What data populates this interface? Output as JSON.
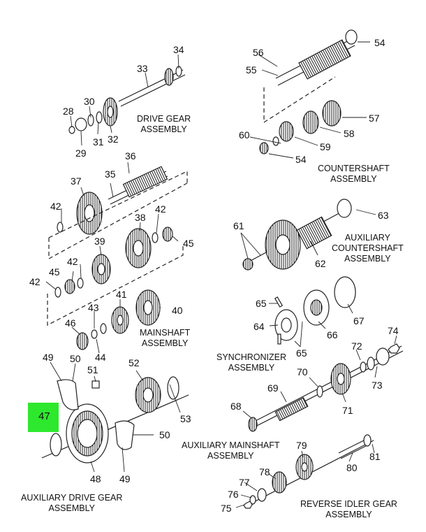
{
  "highlight_color": "#2ee82e",
  "part_numbers": {
    "p28": "28",
    "p29": "29",
    "p30": "30",
    "p31": "31",
    "p32": "32",
    "p33": "33",
    "p34": "34",
    "p35": "35",
    "p36": "36",
    "p37": "37",
    "p38": "38",
    "p39": "39",
    "p40": "40",
    "p41": "41",
    "p42a": "42",
    "p42b": "42",
    "p42c": "42",
    "p42d": "42",
    "p43": "43",
    "p44": "44",
    "p45a": "45",
    "p45b": "45",
    "p46": "46",
    "p47": "47",
    "p48": "48",
    "p49a": "49",
    "p49b": "49",
    "p50a": "50",
    "p50b": "50",
    "p51": "51",
    "p52": "52",
    "p53": "53",
    "p54a": "54",
    "p54b": "54",
    "p55": "55",
    "p56": "56",
    "p57": "57",
    "p58": "58",
    "p59": "59",
    "p60": "60",
    "p61": "61",
    "p62": "62",
    "p63": "63",
    "p64": "64",
    "p65a": "65",
    "p65b": "65",
    "p66": "66",
    "p67": "67",
    "p68": "68",
    "p69": "69",
    "p70": "70",
    "p71": "71",
    "p72": "72",
    "p73": "73",
    "p74": "74",
    "p75": "75",
    "p76": "76",
    "p77": "77",
    "p78": "78",
    "p79": "79",
    "p80": "80",
    "p81": "81"
  },
  "captions": {
    "drive_gear": [
      "DRIVE GEAR",
      "ASSEMBLY"
    ],
    "countershaft": [
      "COUNTERSHAFT",
      "ASSEMBLY"
    ],
    "aux_countershaft": [
      "AUXILIARY",
      "COUNTERSHAFT",
      "ASSEMBLY"
    ],
    "mainshaft": [
      "MAINSHAFT",
      "ASSEMBLY"
    ],
    "synchronizer": [
      "SYNCHRONIZER",
      "ASSEMBLY"
    ],
    "aux_mainshaft": [
      "AUXILIARY MAINSHAFT",
      "ASSEMBLY"
    ],
    "aux_drive_gear": [
      "AUXILIARY DRIVE GEAR",
      "ASSEMBLY"
    ],
    "reverse_idler": [
      "REVERSE IDLER GEAR",
      "ASSEMBLY"
    ]
  }
}
